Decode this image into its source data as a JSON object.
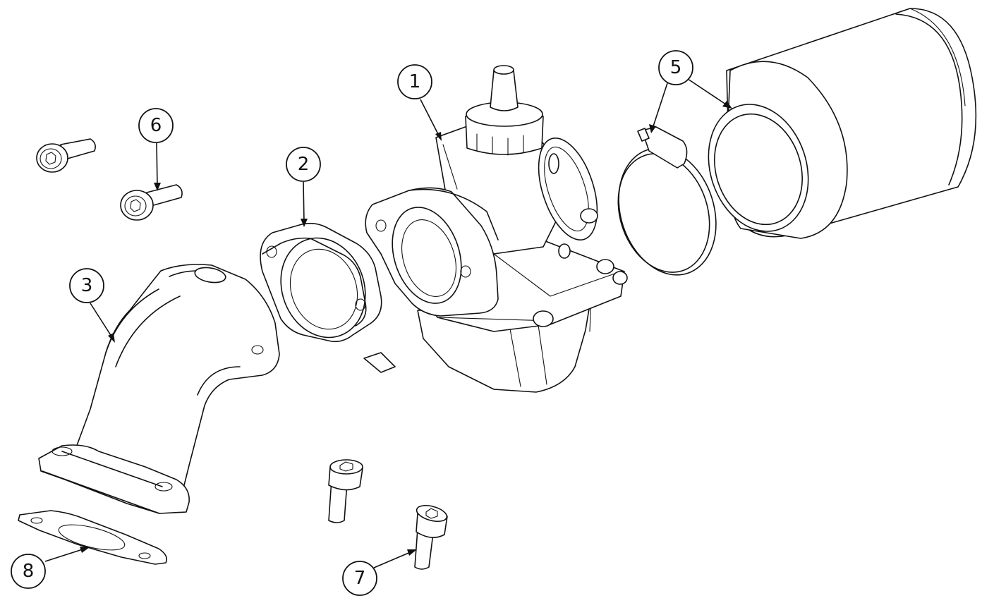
{
  "callouts": [
    {
      "label": "1",
      "part": "carburetor"
    },
    {
      "label": "2",
      "part": "insulator-spacer"
    },
    {
      "label": "3",
      "part": "intake-manifold"
    },
    {
      "label": "5",
      "part": "air-filter-clamp"
    },
    {
      "label": "6",
      "part": "socket-cap-screw-upper"
    },
    {
      "label": "7",
      "part": "socket-cap-screw-lower"
    },
    {
      "label": "8",
      "part": "manifold-gasket"
    }
  ],
  "colors": {
    "line": "#111111",
    "background": "#ffffff"
  }
}
